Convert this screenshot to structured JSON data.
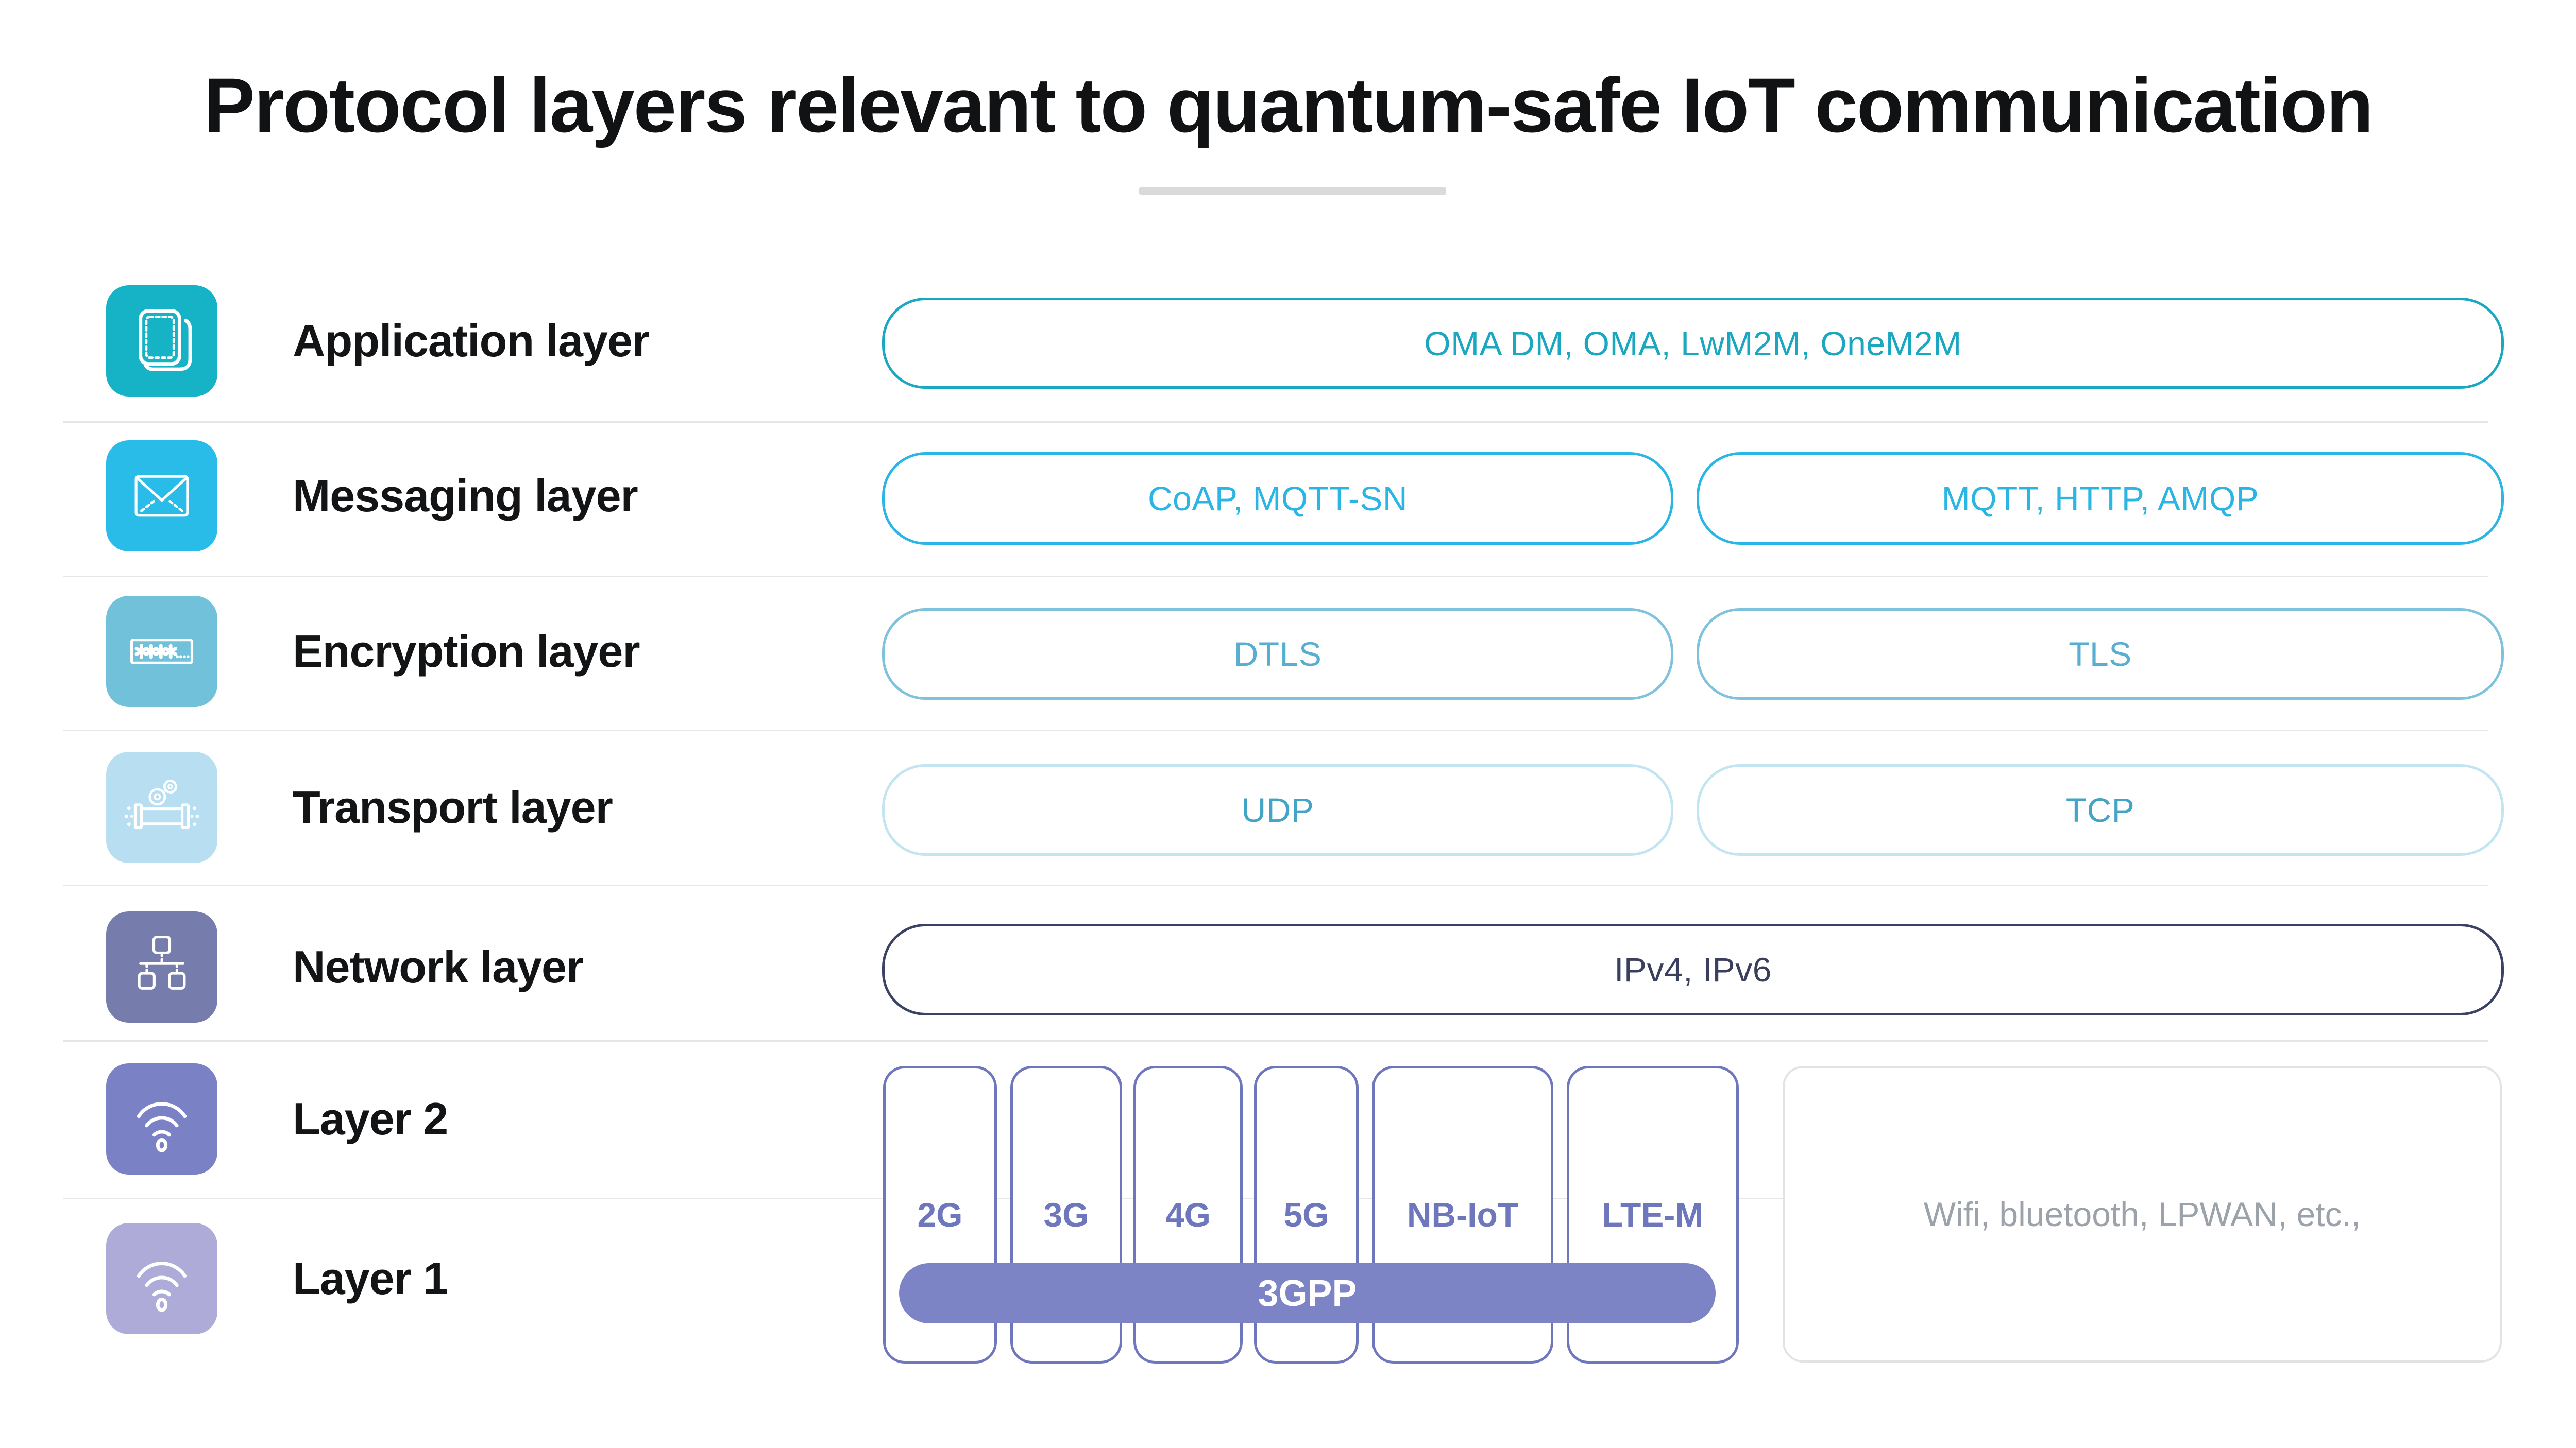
{
  "title": "Protocol layers relevant to quantum-safe IoT communication",
  "rows": [
    {
      "label": "Application layer",
      "icon": "app-windows-icon",
      "pills": [
        {
          "text": "OMA DM, OMA, LwM2M, OneM2M"
        }
      ]
    },
    {
      "label": "Messaging layer",
      "icon": "envelope-icon",
      "pills": [
        {
          "text": "CoAP, MQTT-SN"
        },
        {
          "text": "MQTT, HTTP, AMQP"
        }
      ]
    },
    {
      "label": "Encryption layer",
      "icon": "password-field-icon",
      "pills": [
        {
          "text": "DTLS"
        },
        {
          "text": "TLS"
        }
      ]
    },
    {
      "label": "Transport layer",
      "icon": "pipeline-gears-icon",
      "pills": [
        {
          "text": "UDP"
        },
        {
          "text": "TCP"
        }
      ]
    },
    {
      "label": "Network layer",
      "icon": "network-nodes-icon",
      "pills": [
        {
          "text": "IPv4, IPv6"
        }
      ]
    },
    {
      "label": "Layer 2",
      "icon": "wifi-icon",
      "pills": []
    },
    {
      "label": "Layer 1",
      "icon": "wifi-icon",
      "pills": []
    }
  ],
  "cellular": {
    "boxes": [
      "2G",
      "3G",
      "4G",
      "5G",
      "NB-IoT",
      "LTE-M"
    ],
    "banner": "3GPP"
  },
  "other_radio": {
    "text": "Wifi, bluetooth, LPWAN, etc.,"
  },
  "palette": {
    "icon_application": "#16B2C5",
    "icon_messaging": "#29BCE8",
    "icon_encryption": "#71C1DB",
    "icon_transport": "#B7DFF1",
    "icon_network": "#767CAB",
    "icon_layer2": "#7B81C5",
    "icon_layer1": "#AFABD8",
    "pill_application": "#1BA7C0",
    "pill_messaging": "#2BB5E5",
    "pill_encryption_border": "#7FC2DC",
    "pill_encryption_text": "#57AED0",
    "pill_transport_border": "#C3E5F2",
    "pill_transport_text": "#43A4C6",
    "pill_network": "#3C4264",
    "cellular_accent": "#6E76BC",
    "banner_bg": "#7D84C6",
    "banner_text": "#FFFFFF",
    "other_radio_text": "#9CA2AA",
    "divider": "#E6E6E6",
    "title_text": "#111214"
  }
}
